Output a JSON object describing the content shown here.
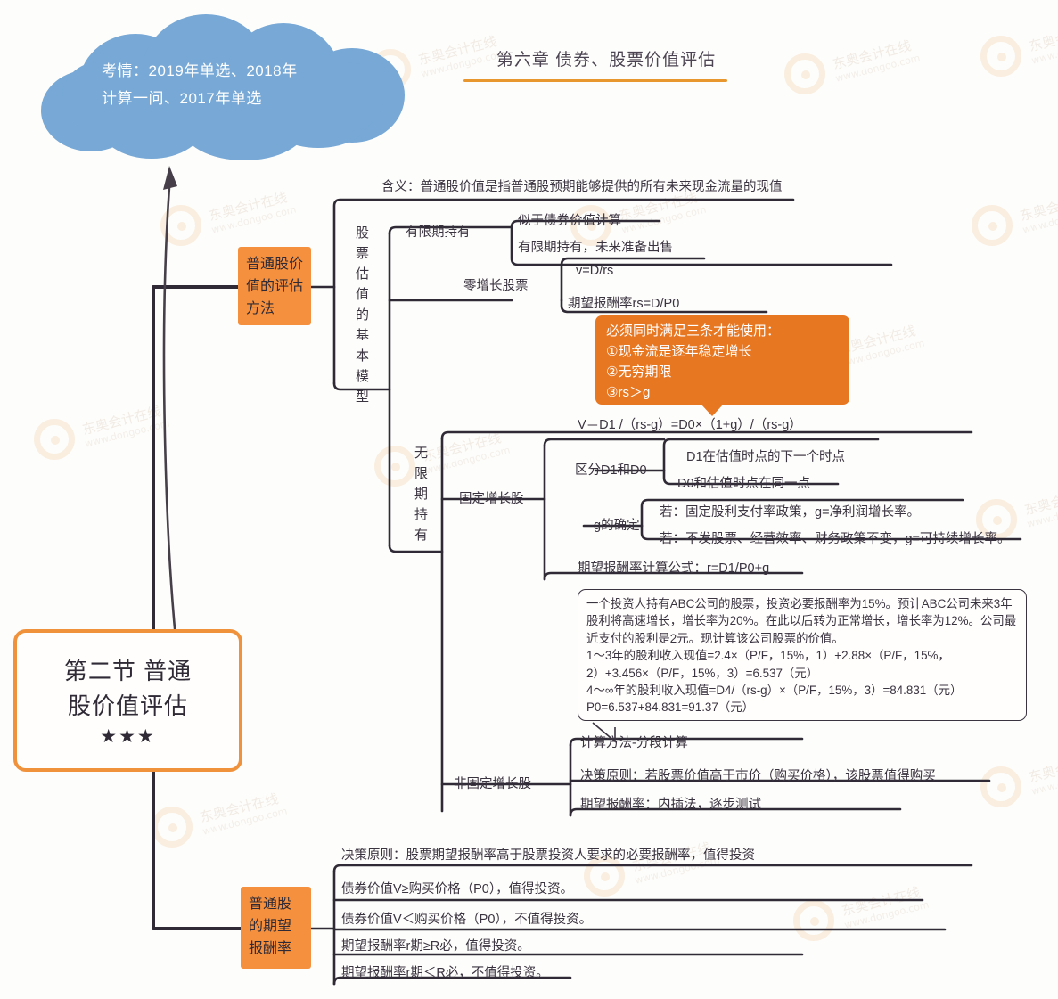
{
  "header": {
    "chapter_title": "第六章 债券、股票价值评估"
  },
  "cloud": {
    "name": "exam-info-cloud",
    "line1": "考情：2019年单选、2018年",
    "line2": "计算一问、2017年单选",
    "fill": "#77a8d6"
  },
  "root": {
    "line1": "第二节 普通",
    "line2": "股价值评估",
    "stars": "★★★",
    "border": "#f0913c"
  },
  "branches": {
    "method_label": "普通股价\n值的评估\n方法",
    "rate_label": "普通股\n的期望\n报酬率",
    "accent": "#f5913e"
  },
  "spine": {
    "basic_model": "股票估值的基本模型",
    "infinite_hold": "无限期持有"
  },
  "nodes": {
    "meaning": "含义：普通股价值是指普通股预期能够提供的所有未来现金流量的现值",
    "limited_hold": "有限期持有",
    "limited_like_bond": "似于债券价值计算",
    "limited_sell": "有限期持有，未来准备出售",
    "zero_growth": "零增长股票",
    "zero_v": "v=D/rs",
    "zero_rs": "期望报酬率rs=D/P0",
    "gordon_formula": "V＝D1 /（rs-g）=D0×（1+g）/（rs-g）",
    "fixed_growth": "固定增长股",
    "distinguish": "区分D1和D0",
    "d1_point": "D1在估值时点的下一个时点",
    "d0_point": "D0和估值时点在同一点",
    "g_determine": "g的确定",
    "g_case1": "若：固定股利支付率政策，g=净利润增长率。",
    "g_case2": "若：不发股票、经营效率、财务政策不变，g=可持续增长率。",
    "expected_return_formula": "期望报酬率计算公式：r=D1/P0+g",
    "non_fixed_growth": "非固定增长股",
    "calc_method": "计算方法-分段计算",
    "decision_rule_price": "决策原则：若股票价值高于市价（购买价格），该股票值得购买",
    "expected_return_method": "期望报酬率：内插法，逐步测试",
    "rate_decision_rule": "决策原则：股票期望报酬率高于股票投资人要求的必要报酬率，值得投资",
    "rate_item1": "债券价值V≥购买价格（P0），值得投资。",
    "rate_item2": "债券价值V＜购买价格（P0），不值得投资。",
    "rate_item3": "期望报酬率r期≥R必，值得投资。",
    "rate_item4": "期望报酬率r期＜R必，不值得投资。"
  },
  "callout": {
    "title": "必须同时满足三条才能使用：",
    "item1": "①现金流是逐年稳定增长",
    "item2": "②无穷期限",
    "item3": "③rs＞g",
    "fill": "#e87722"
  },
  "example": {
    "p1": "一个投资人持有ABC公司的股票，投资必要报酬率为15%。预计ABC公司未来3年股利将高速增长，增长率为20%。在此以后转为正常增长，增长率为12%。公司最近支付的股利是2元。现计算该公司股票的价值。",
    "l1": "1～3年的股利收入现值=2.4×（P/F，15%，1）+2.88×（P/F，15%，",
    "l2": "2）+3.456×（P/F，15%，3）=6.537（元）",
    "l3": "4～∞年的股利收入现值=D4/（rs-g）×（P/F，15%，3）=84.831（元）",
    "l4": "P0=6.537+84.831=91.37（元）"
  },
  "watermark": {
    "text_cn": "东奥会计在线",
    "text_url": "www.dongoo.com"
  }
}
